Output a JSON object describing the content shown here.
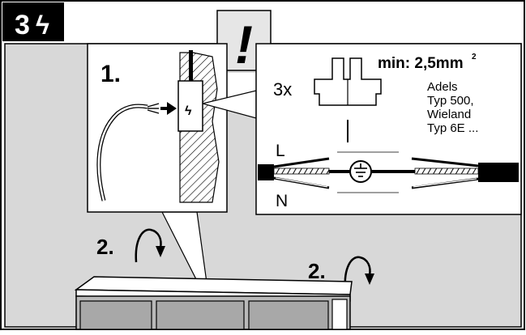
{
  "step_badge": {
    "number": "3",
    "symbol": "ϟ"
  },
  "warning_box": {
    "symbol": "!"
  },
  "detail_left": {
    "step_label": "1.",
    "voltage_symbol": "ϟ"
  },
  "detail_right": {
    "count_label": "3x",
    "min_cross_section": "min: 2,5mm",
    "min_cross_section_sup": "2",
    "terminal_lines": [
      "Adels",
      "Typ 500,",
      "Wieland",
      "Typ 6E ..."
    ],
    "wire_labels": {
      "live": "L",
      "neutral": "N"
    },
    "earth_symbol": "ground-symbol-icon"
  },
  "rotate_labels": [
    "2.",
    "2."
  ],
  "colors": {
    "panel_bg": "#d8d8d8",
    "cabinet_face": "#b9b9b9",
    "badge_bg": "#000000",
    "badge_fg": "#ffffff"
  }
}
